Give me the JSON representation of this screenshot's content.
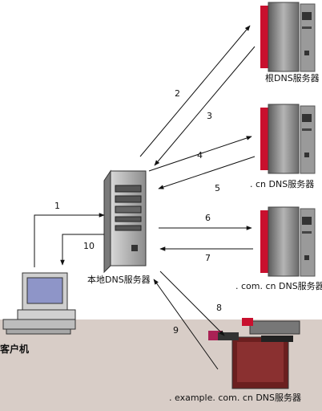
{
  "labels": {
    "root": "根DNS服务器",
    "cn": ". cn DNS服务器",
    "comcn": ". com. cn DNS服务器",
    "example": ". example. com. cn DNS服务器",
    "local": "本地DNS服务器",
    "client": "客户机"
  },
  "steps": [
    "1",
    "2",
    "3",
    "4",
    "5",
    "6",
    "7",
    "8",
    "9",
    "10"
  ],
  "colors": {
    "server_red": "#c8102e",
    "server_gray": "#8a8a8a",
    "arrow": "#111111",
    "bottom_band": "#d8cdc7"
  },
  "icons": {
    "server": "server-tower-icon",
    "local_server": "pc-tower-icon",
    "client": "desktop-computer-icon"
  }
}
